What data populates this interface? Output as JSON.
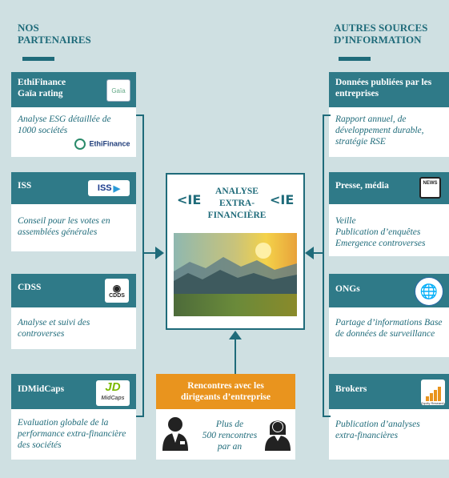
{
  "left_heading": {
    "line1": "NOS",
    "line2": "PARTENAIRES"
  },
  "right_heading": {
    "line1": "AUTRES SOURCES",
    "line2": "D’INFORMATION"
  },
  "partners": [
    {
      "title_line1": "EthiFinance",
      "title_line2": "Gaïa rating",
      "desc": "Analyse ESG détaillée de 1000 sociétés",
      "logo_text": "Gaïa",
      "footer_logo": "EthiFinance"
    },
    {
      "title_line1": "ISS",
      "title_line2": "",
      "desc": "Conseil pour les votes en assemblées générales",
      "logo_text": "ISS"
    },
    {
      "title_line1": "CDSS",
      "title_line2": "",
      "desc": "Analyse et suivi des controverses",
      "logo_text": "CDDS"
    },
    {
      "title_line1": "IDMidCaps",
      "title_line2": "",
      "desc": "Evaluation globale de la performance extra-financière des sociétés",
      "logo_text": "JD",
      "logo_sub": "MidCaps"
    }
  ],
  "sources": [
    {
      "title": "Données publiées par les entreprises",
      "desc": "Rapport annuel, de développement durable, stratégie RSE"
    },
    {
      "title": "Presse, média",
      "desc_lines": [
        "Veille",
        "Publication d’enquêtes",
        "Emergence controverses"
      ],
      "logo_text": "NEWS"
    },
    {
      "title": "ONGs",
      "desc": "Partage d’informations Base de données de surveillance"
    },
    {
      "title": "Brokers",
      "desc": "Publication d’analyses extra-financières",
      "logo_text": "Equity Research"
    }
  ],
  "center": {
    "line1": "ANALYSE",
    "line2": "EXTRA-",
    "line3": "FINANCIÈRE",
    "mark": "<IE"
  },
  "rencontres": {
    "title": "Rencontres avec les dirigeants d’entreprise",
    "line1": "Plus de",
    "line2": "500 rencontres",
    "line3": "par an"
  },
  "colors": {
    "teal": "#2f7a88",
    "dark_teal": "#1f6b7a",
    "orange": "#e9941e",
    "background": "#cfe0e2"
  }
}
